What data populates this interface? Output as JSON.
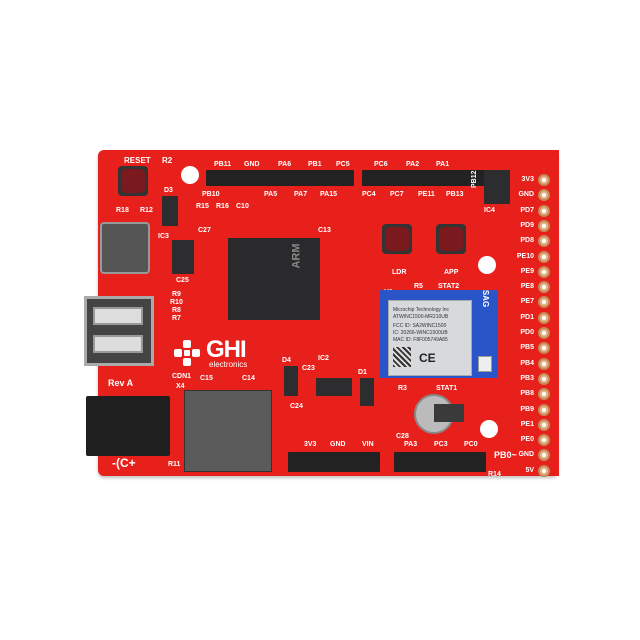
{
  "image": {
    "subject": "GHI Electronics red development board (Arduino form factor) with STM32 ARM MCU and Microchip WINC1500 Wi-Fi module",
    "background_color": "#ffffff",
    "board_color": "#e8201c"
  },
  "labels": {
    "reset": "RESET",
    "r2": "R2",
    "d3": "D3",
    "r18": "R18",
    "r12": "R12",
    "r15": "R15",
    "r16": "R16",
    "c10": "C10",
    "c27": "C27",
    "ic3": "IC3",
    "c13": "C13",
    "c25": "C25",
    "r9": "R9",
    "r10": "R10",
    "r8": "R8",
    "r7": "R7",
    "rev": "Rev A",
    "cdn1": "CDN1",
    "x4": "X4",
    "c15": "C15",
    "c14": "C14",
    "d4": "D4",
    "ic2": "IC2",
    "c23": "C23",
    "c24": "C24",
    "d1": "D1",
    "r11": "R11",
    "ldr": "LDR",
    "app": "APP",
    "r5": "R5",
    "stat2": "STAT2",
    "u1": "U1",
    "r3": "R3",
    "stat1": "STAT1",
    "c28": "C28",
    "ic4": "IC4",
    "r14": "R14",
    "pb0": "PB0~",
    "pb12": "PB12",
    "arm": "ARM"
  },
  "logo": {
    "brand": "GHI",
    "sub": "electronics"
  },
  "top_header_labels_above": [
    "PB11",
    "GND",
    "PA6",
    "PB1",
    "PC5",
    "PC6",
    "PA2",
    "PA1"
  ],
  "top_header_labels_below": [
    "PB10",
    "PA5",
    "PA7",
    "PA15",
    "PC4",
    "PC7",
    "PE11",
    "PB13"
  ],
  "right_header_labels": [
    "3V3",
    "GND",
    "PD7",
    "PD9",
    "PD8",
    "PE10",
    "PE9",
    "PE8",
    "PE7",
    "PD1",
    "PD0",
    "PB5",
    "PB4",
    "PB3",
    "PB8",
    "PB9",
    "PE1",
    "PE0",
    "GND",
    "5V"
  ],
  "bottom_header_left_labels": [
    "3V3",
    "GND",
    "VIN"
  ],
  "bottom_header_right_labels": [
    "PA3",
    "PC3",
    "PC0"
  ],
  "wifi_module": {
    "lines": [
      "Microchip Technology Inc",
      "ATWINC1500-MR210UB",
      "FCC ID: SA2WINC1500",
      "IC: 20266-WINC1500UB",
      "MAC ID: F8F005749A85"
    ],
    "ce": "CE",
    "sag_text": "SAG"
  }
}
